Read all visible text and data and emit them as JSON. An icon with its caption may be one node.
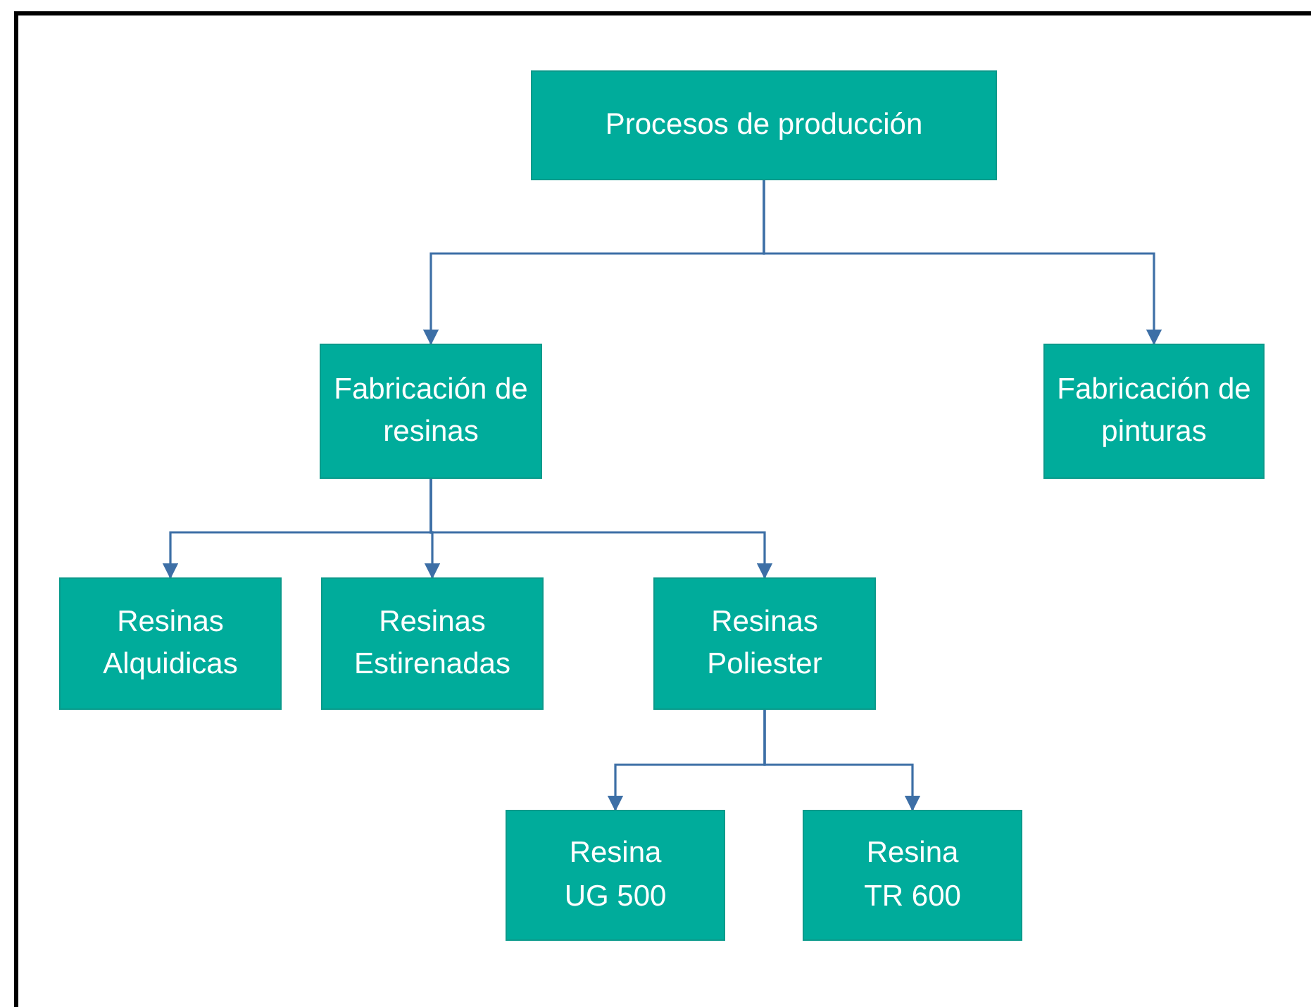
{
  "diagram": {
    "nodes": [
      {
        "text": [
          "Procesos de producción"
        ]
      },
      {
        "text": [
          "Fabricación de resinas"
        ]
      },
      {
        "text": [
          "Fabricación de pinturas"
        ]
      },
      {
        "text": [
          "Resinas Alquidicas"
        ]
      },
      {
        "text": [
          "Resinas Estirenadas"
        ]
      },
      {
        "text": [
          "Resinas Poliester"
        ]
      },
      {
        "text": [
          "Resina UG 500"
        ]
      },
      {
        "text": [
          "Resina TR 600"
        ]
      }
    ],
    "edges": [
      {
        "from": 0,
        "to": 1,
        "arrow": "to"
      },
      {
        "from": 0,
        "to": 2,
        "arrow": "to"
      },
      {
        "from": 1,
        "to": 3,
        "arrow": "to"
      },
      {
        "from": 1,
        "to": 4,
        "arrow": "to"
      },
      {
        "from": 1,
        "to": 5,
        "arrow": "to"
      },
      {
        "from": 5,
        "to": 6,
        "arrow": "to"
      },
      {
        "from": 5,
        "to": 7,
        "arrow": "to"
      }
    ]
  }
}
